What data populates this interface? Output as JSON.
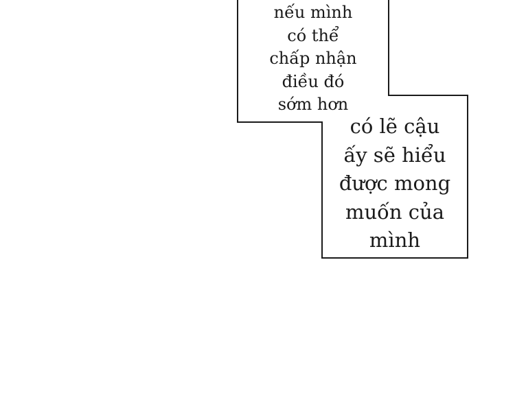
{
  "captions": {
    "upper": {
      "lines": [
        "nếu mình",
        "có thể",
        "chấp nhận",
        "điều đó",
        "sớm hơn"
      ]
    },
    "lower": {
      "lines": [
        "có lẽ cậu",
        "ấy sẽ hiểu",
        "được mong",
        "muốn của",
        "mình"
      ]
    }
  },
  "colors": {
    "background": "#ffffff",
    "border": "#1a1a1a",
    "text": "#1a1a1a"
  }
}
